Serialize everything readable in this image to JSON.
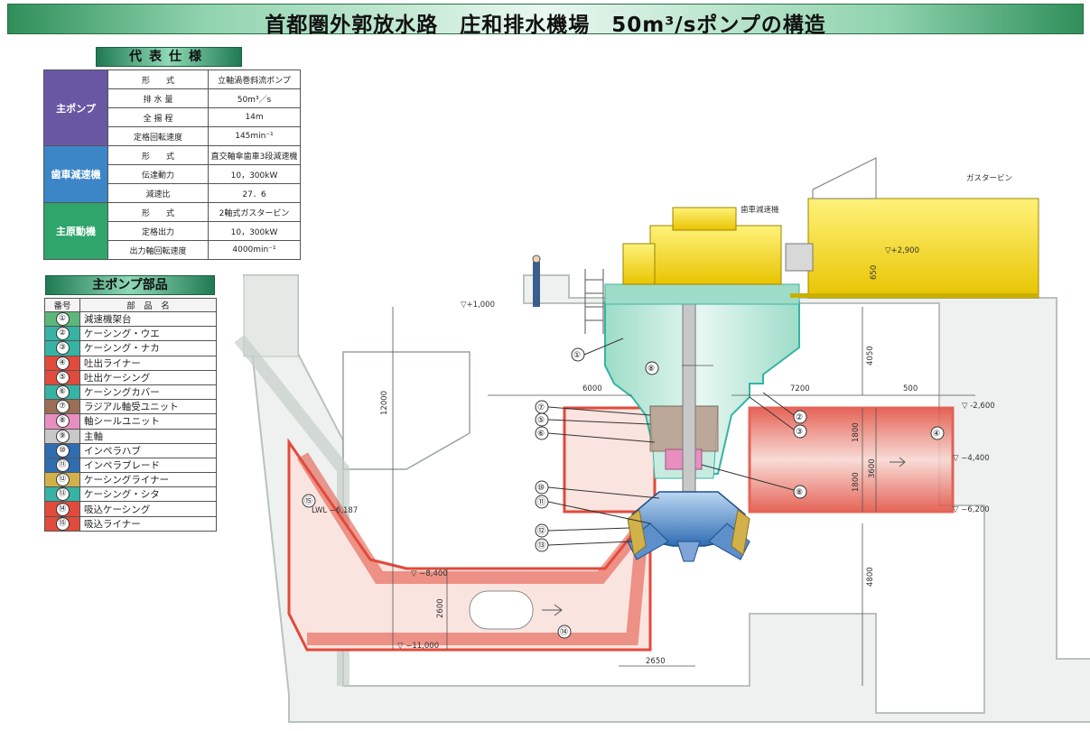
{
  "title": "首都圏外郭放水路　庄和排水機場　50m³/sポンプの構造",
  "spec": {
    "label": "代表仕様",
    "groups": [
      {
        "name": "主ポンプ",
        "color": "#6a57a4",
        "rows": [
          {
            "k": "形　　式",
            "v": "立軸渦巻斜流ポンプ"
          },
          {
            "k": "排 水 量",
            "v": "50m³／s"
          },
          {
            "k": "全 揚 程",
            "v": "14m"
          },
          {
            "k": "定格回転速度",
            "v": "145min⁻¹"
          }
        ]
      },
      {
        "name": "歯車減速機",
        "color": "#3c86c8",
        "rows": [
          {
            "k": "形　　式",
            "v": "直交軸傘歯車3段減速機"
          },
          {
            "k": "伝達動力",
            "v": "10，300kW"
          },
          {
            "k": "減速比",
            "v": "27．6"
          }
        ]
      },
      {
        "name": "主原動機",
        "color": "#2fa56b",
        "rows": [
          {
            "k": "形　　式",
            "v": "2軸式ガスタービン"
          },
          {
            "k": "定格出力",
            "v": "10，300kW"
          },
          {
            "k": "出力軸回転速度",
            "v": "4000min⁻¹"
          }
        ]
      }
    ]
  },
  "parts": {
    "label": "主ポンプ部品",
    "col_no": "番号",
    "col_name": "部　品　名",
    "items": [
      {
        "no": "①",
        "name": "減速機架台",
        "color": "#5cb87a"
      },
      {
        "no": "②",
        "name": "ケーシング・ウエ",
        "color": "#36b3a5"
      },
      {
        "no": "③",
        "name": "ケーシング・ナカ",
        "color": "#36b3a5"
      },
      {
        "no": "④",
        "name": "吐出ライナー",
        "color": "#e24a3b"
      },
      {
        "no": "⑤",
        "name": "吐出ケーシング",
        "color": "#e24a3b"
      },
      {
        "no": "⑥",
        "name": "ケーシングカバー",
        "color": "#36b3a5"
      },
      {
        "no": "⑦",
        "name": "ラジアル軸受ユニット",
        "color": "#9b6e55"
      },
      {
        "no": "⑧",
        "name": "軸シールユニット",
        "color": "#e88fc0"
      },
      {
        "no": "⑨",
        "name": "主軸",
        "color": "#c8c8c8"
      },
      {
        "no": "⑩",
        "name": "インペラハブ",
        "color": "#2f6db3"
      },
      {
        "no": "⑪",
        "name": "インペラブレード",
        "color": "#2f6db3"
      },
      {
        "no": "⑫",
        "name": "ケーシングライナー",
        "color": "#d2b14a"
      },
      {
        "no": "⑬",
        "name": "ケーシング・シタ",
        "color": "#36b3a5"
      },
      {
        "no": "⑭",
        "name": "吸込ケーシング",
        "color": "#e24a3b"
      },
      {
        "no": "⑮",
        "name": "吸込ライナー",
        "color": "#e24a3b"
      }
    ]
  },
  "diagram": {
    "labels": {
      "gas_turbine": "ガスタービン",
      "gear_reducer": "歯車減速機",
      "lwl": "LWL −6,187"
    },
    "dimensions": {
      "el_top": "▽+1,000",
      "el_gt": "▽+2,900",
      "el_m2600": "▽ -2,600",
      "el_m4400": "▽ −4,400",
      "el_m6200": "▽ −6,200",
      "el_m8400": "▽ −8,400",
      "el_m11000": "▽ −11,000",
      "d12000": "12000",
      "d6000": "6000",
      "d7200": "7200",
      "d500": "500",
      "d4050": "4050",
      "d1800a": "1800",
      "d1800b": "1800",
      "d3600": "3600",
      "d4800": "4800",
      "d2600": "2600",
      "d2650": "2650",
      "d650": "650"
    },
    "callouts": [
      "①",
      "②",
      "③",
      "④",
      "⑤",
      "⑥",
      "⑦",
      "⑧",
      "⑧",
      "⑩",
      "⑪",
      "⑫",
      "⑬",
      "⑭",
      "⑮"
    ]
  }
}
